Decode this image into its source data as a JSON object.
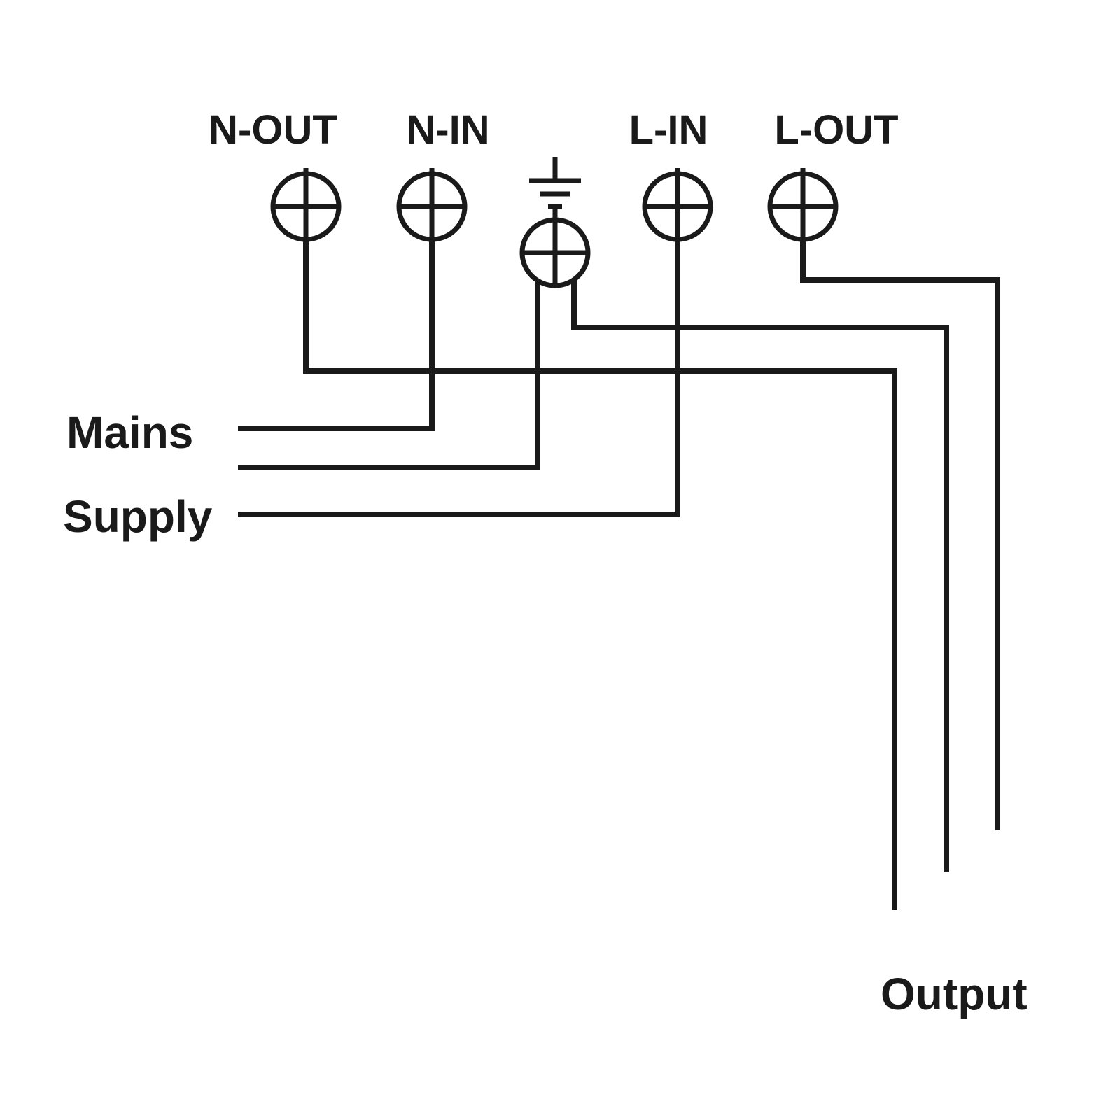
{
  "diagram": {
    "title": "terminal-wiring-diagram",
    "terminal_labels": {
      "n_out": "N-OUT",
      "n_in": "N-IN",
      "l_in": "L-IN",
      "l_out": "L-OUT"
    },
    "side_labels": {
      "mains": "Mains",
      "supply": "Supply",
      "output": "Output"
    },
    "symbols": {
      "earth": "earth-ground-symbol",
      "terminal": "screw-terminal-circle-cross"
    },
    "colors": {
      "line": "#1a1a1a",
      "background": "#ffffff"
    }
  }
}
